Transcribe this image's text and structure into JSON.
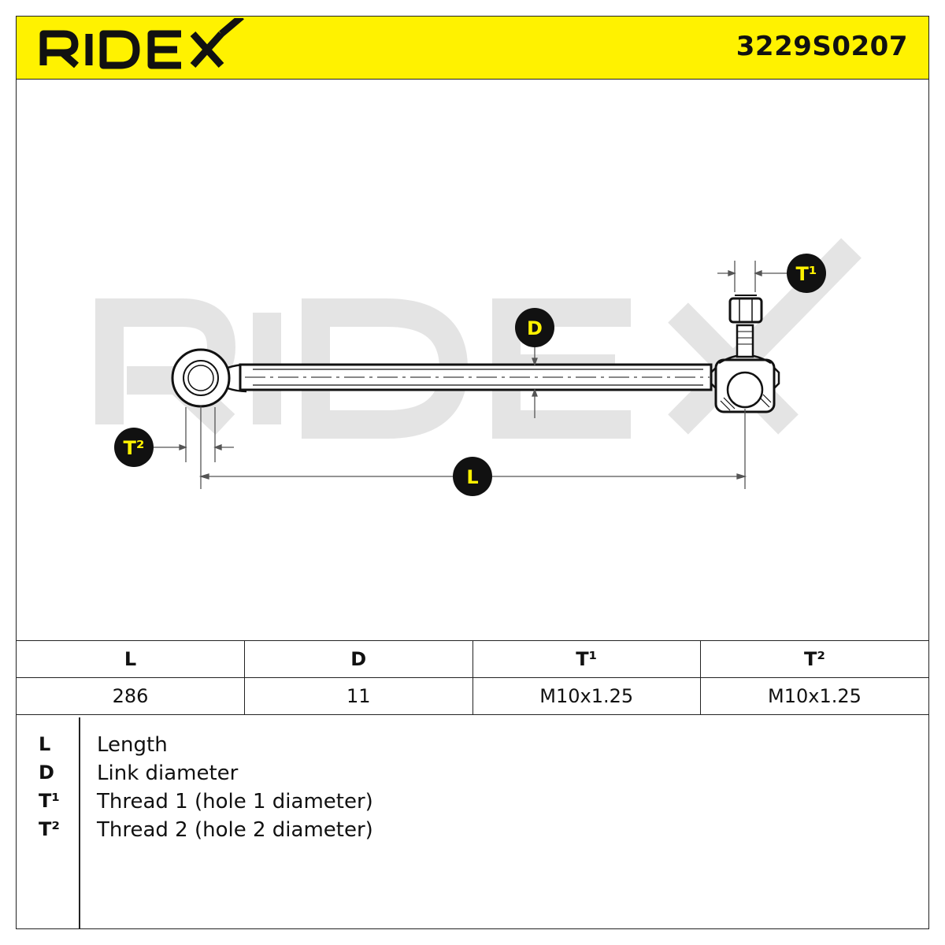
{
  "header": {
    "brand": "RIDEX",
    "part_number": "3229S0207"
  },
  "drawing": {
    "watermark": "RIDEX",
    "labels": {
      "t1": "T¹",
      "d": "D",
      "t2": "T²",
      "l": "L"
    },
    "colors": {
      "badge_fill": "#111111",
      "badge_text": "#fff200",
      "watermark": "#e6e6e6",
      "header_bg": "#fff200"
    }
  },
  "spec_table": {
    "headers": [
      "L",
      "D",
      "T¹",
      "T²"
    ],
    "values": [
      "286",
      "11",
      "M10x1.25",
      "M10x1.25"
    ]
  },
  "legend": [
    {
      "symbol": "L",
      "text": "Length"
    },
    {
      "symbol": "D",
      "text": "Link diameter"
    },
    {
      "symbol": "T¹",
      "text": "Thread 1 (hole 1 diameter)"
    },
    {
      "symbol": "T²",
      "text": "Thread 2 (hole 2 diameter)"
    }
  ]
}
